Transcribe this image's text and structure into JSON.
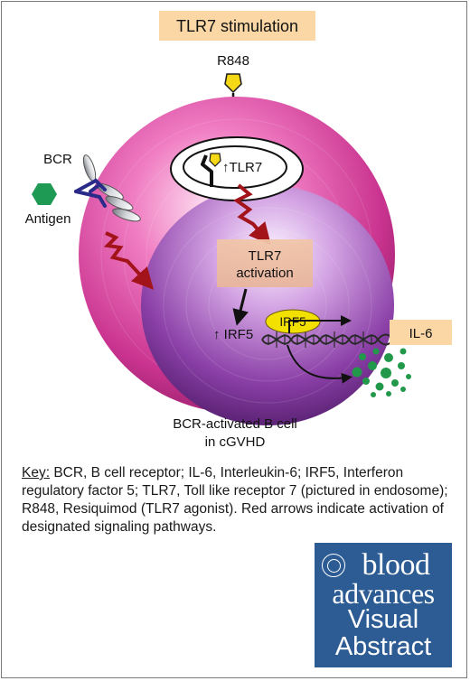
{
  "title": "TLR7 stimulation",
  "ligand_label": "R848",
  "receptor_label": "BCR",
  "antigen_label": "Antigen",
  "endosome_label": "↑TLR7",
  "activation_label_1": "TLR7",
  "activation_label_2": "activation",
  "irf5_up_label": "↑ IRF5",
  "irf5_protein_label": "IRF5",
  "cytokine_label": "IL-6",
  "cell_label_1": "BCR-activated B cell",
  "cell_label_2": "in cGVHD",
  "key": {
    "label": "Key:",
    "text": " BCR, B cell receptor; IL-6, Interleukin-6; IRF5, Interferon regulatory factor 5; TLR7, Toll like receptor 7 (pictured in endosome); R848, Resiquimod (TLR7 agonist). Red arrows indicate activation of designated signaling pathways."
  },
  "logo": {
    "line1": "blood",
    "line2": "advances",
    "line3": "Visual",
    "line4": "Abstract"
  },
  "colors": {
    "title_box": "#fbd7a6",
    "outer_cell": "#c9338f",
    "nucleus": "#8a3fa6",
    "red_arrow": "#a3141a",
    "irf5_oval": "#f2e100",
    "ligand": "#f5d816",
    "antigen": "#1f9a55",
    "il6_dots": "#22994a",
    "logo_bg": "#2c5c93"
  }
}
